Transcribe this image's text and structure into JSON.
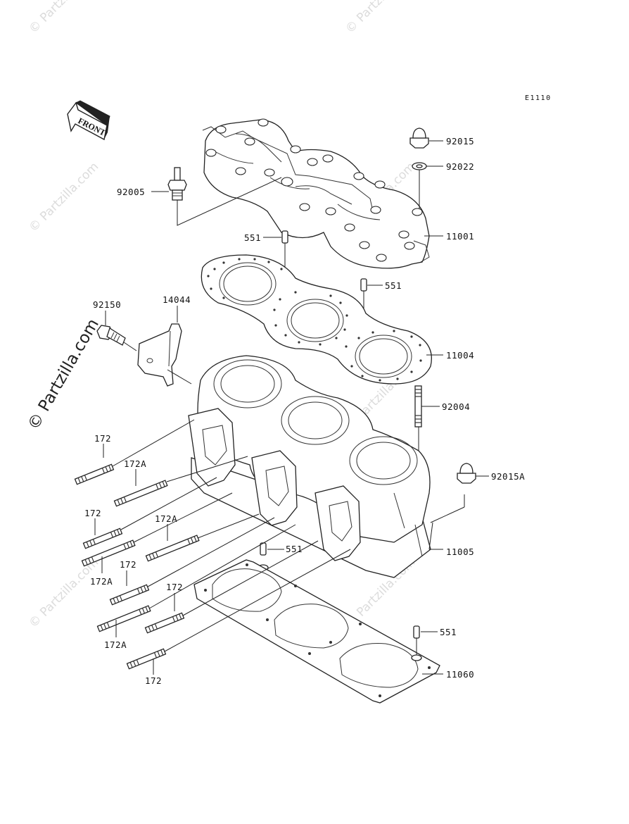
{
  "diagram_code": "E1110",
  "front_label": "FRONT",
  "watermark_small": "© Partzilla.com",
  "watermark_main": "© Partzilla.com",
  "callouts": {
    "p92015": "92015",
    "p92022": "92022",
    "p92005": "92005",
    "p11001": "11001",
    "p551a": "551",
    "p551b": "551",
    "p92150": "92150",
    "p14044": "14044",
    "p11004": "11004",
    "p92004": "92004",
    "p172a": "172",
    "p172Aa": "172A",
    "p92015A": "92015A",
    "p172b": "172",
    "p172Ab": "172A",
    "p551c": "551",
    "p11005": "11005",
    "p172Ac": "172A",
    "p172c": "172",
    "p172d": "172",
    "p551d": "551",
    "p172Ad": "172A",
    "p11060": "11060",
    "p172e": "172"
  }
}
